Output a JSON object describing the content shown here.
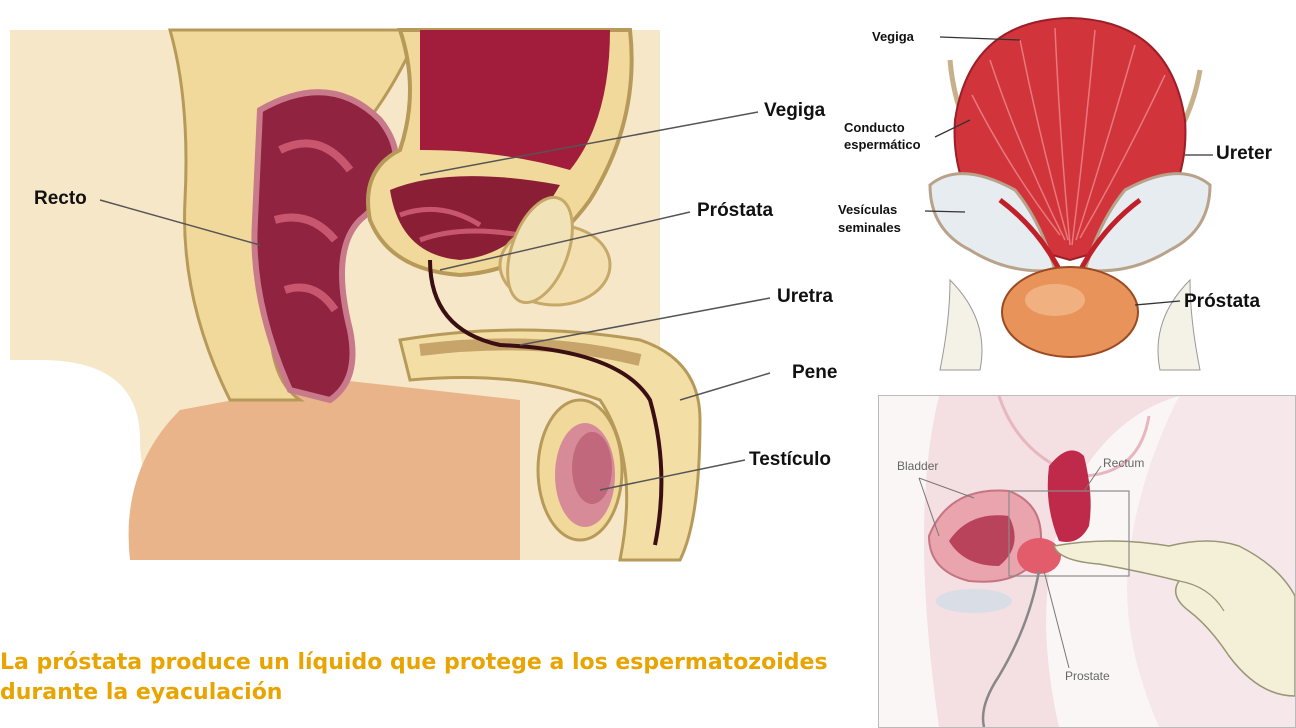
{
  "sagittal": {
    "labels": {
      "vegiga": "Vegiga",
      "recto": "Recto",
      "prostata": "Próstata",
      "uretra": "Uretra",
      "pene": "Pene",
      "testiculo": "Testículo"
    }
  },
  "posterior": {
    "labels": {
      "vegiga": "Vegiga",
      "conducto_1": "Conducto",
      "conducto_2": "espermático",
      "ureter": "Ureter",
      "vesiculas_1": "Vesículas",
      "vesiculas_2": "seminales",
      "prostata": "Próstata"
    }
  },
  "exam": {
    "labels": {
      "bladder": "Bladder",
      "rectum": "Rectum",
      "prostate": "Prostate"
    }
  },
  "caption": {
    "line1": "La próstata produce un líquido que protege a los espermatozoides",
    "line2": "durante la eyaculación"
  },
  "colors": {
    "caption": "#e8a400",
    "tissue": "#f3dfa6",
    "flesh": "#e9b48a",
    "organ": "#a8324a",
    "bladder_muscle": "#d1343a",
    "prostate": "#e8935a"
  }
}
